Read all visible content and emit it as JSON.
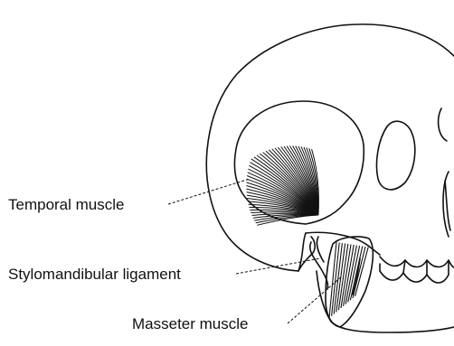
{
  "labels": {
    "temporal": "Temporal muscle",
    "stylomandibular": "Stylomandibular ligament",
    "masseter": "Masseter muscle"
  },
  "colors": {
    "ink": "#111111",
    "background": "#ffffff"
  }
}
